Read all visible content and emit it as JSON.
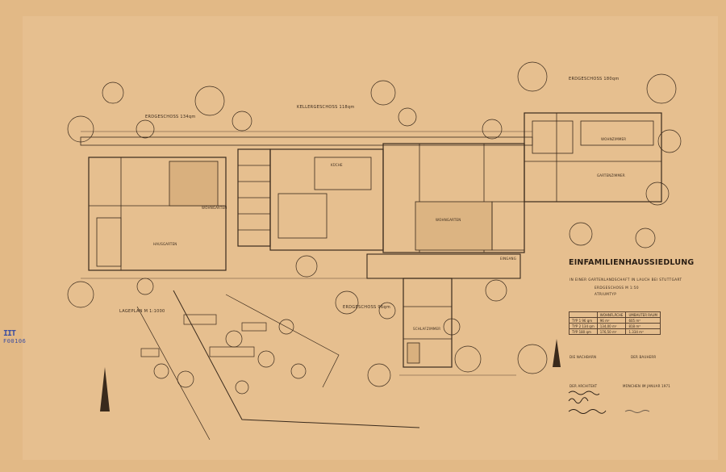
{
  "sheet": {
    "title": "EINFAMILIENHAUSSIEDLUNG",
    "subtitle": "IN EINER GARTENLANDSCHAFT IN LAUCH BEI STUTTGART",
    "plan_label": "ERDGESCHOSS   M 1:50",
    "plan_type": "ATRIUMTYP",
    "labels": {
      "erdgeschoss_left": "ERDGESCHOSS 134qm",
      "kellergeschoss": "KELLERGESCHOSS 118qm",
      "erdgeschoss_right": "ERDGESCHOSS 180qm",
      "erdgeschoss_small": "ERDGESCHOSS 96qm",
      "lageplan": "LAGEPLAN  M 1:1000",
      "hausgarten_left": "HAUSGARTEN",
      "wohngarten": "WOHNGARTEN",
      "wohngarten_2": "WOHNGARTEN",
      "gartenzimmer": "GARTENZIMMER",
      "schlafzimmer": "SCHLAFZIMMER",
      "kueche": "KÜCHE",
      "eingang": "EINGANG",
      "wohnzimmer": "WOHNZIMMER"
    },
    "area_table": {
      "headers": [
        "",
        "WOHNFLÄCHE",
        "UMBAUTER RAUM"
      ],
      "rows": [
        [
          "TYP 1  96 qm",
          "96 m²",
          "605 m³"
        ],
        [
          "TYP 2  134 qm",
          "134,00 m²",
          "818 m³"
        ],
        [
          "TYP  180 qm",
          "176,50 m²",
          "1.334 m³"
        ]
      ]
    },
    "signature_labels": {
      "nachbarn": "DIE NACHBARN",
      "bauherr": "DER BAUHERR",
      "architekt": "DER ARCHITEKT",
      "date_line": "MÜNCHEN IM JANUAR 1971"
    },
    "stamp": {
      "line1": "IIT",
      "line2": "F00106"
    },
    "colors": {
      "paper": "#e6bf8f",
      "ink": "#3a2a1c",
      "stamp": "#3c4ea0"
    }
  }
}
